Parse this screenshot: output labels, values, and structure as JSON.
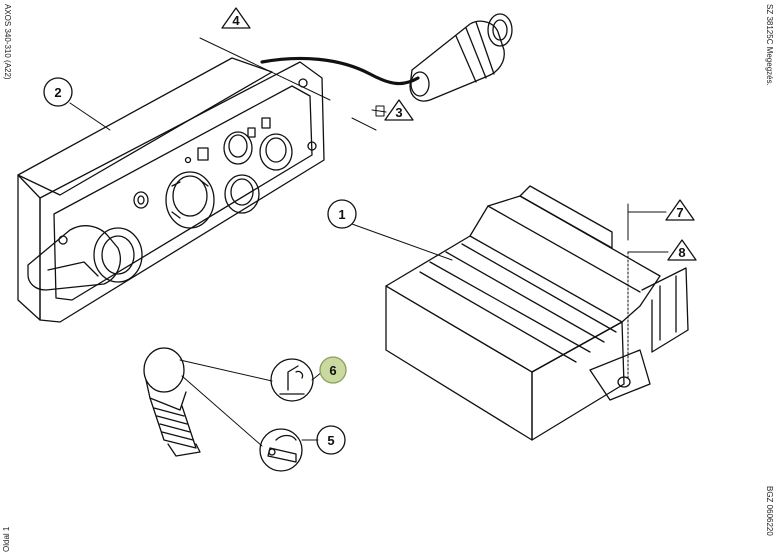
{
  "margin_text": {
    "left_top": "AXOS 340-310 (A22)",
    "left_bottom": "Oldal 1",
    "right_top": "SZ 38125C Megegzés.",
    "right_bottom": "BGZ 0606220"
  },
  "callouts": {
    "c1": "1",
    "c2": "2",
    "c3": "3",
    "c4": "4",
    "c5": "5",
    "c6": "6",
    "c7": "7",
    "c8": "8"
  },
  "colors": {
    "line": "#111111",
    "highlight_fill": "#c9d9a0",
    "highlight_stroke": "#8aa05a",
    "paper": "#ffffff"
  }
}
